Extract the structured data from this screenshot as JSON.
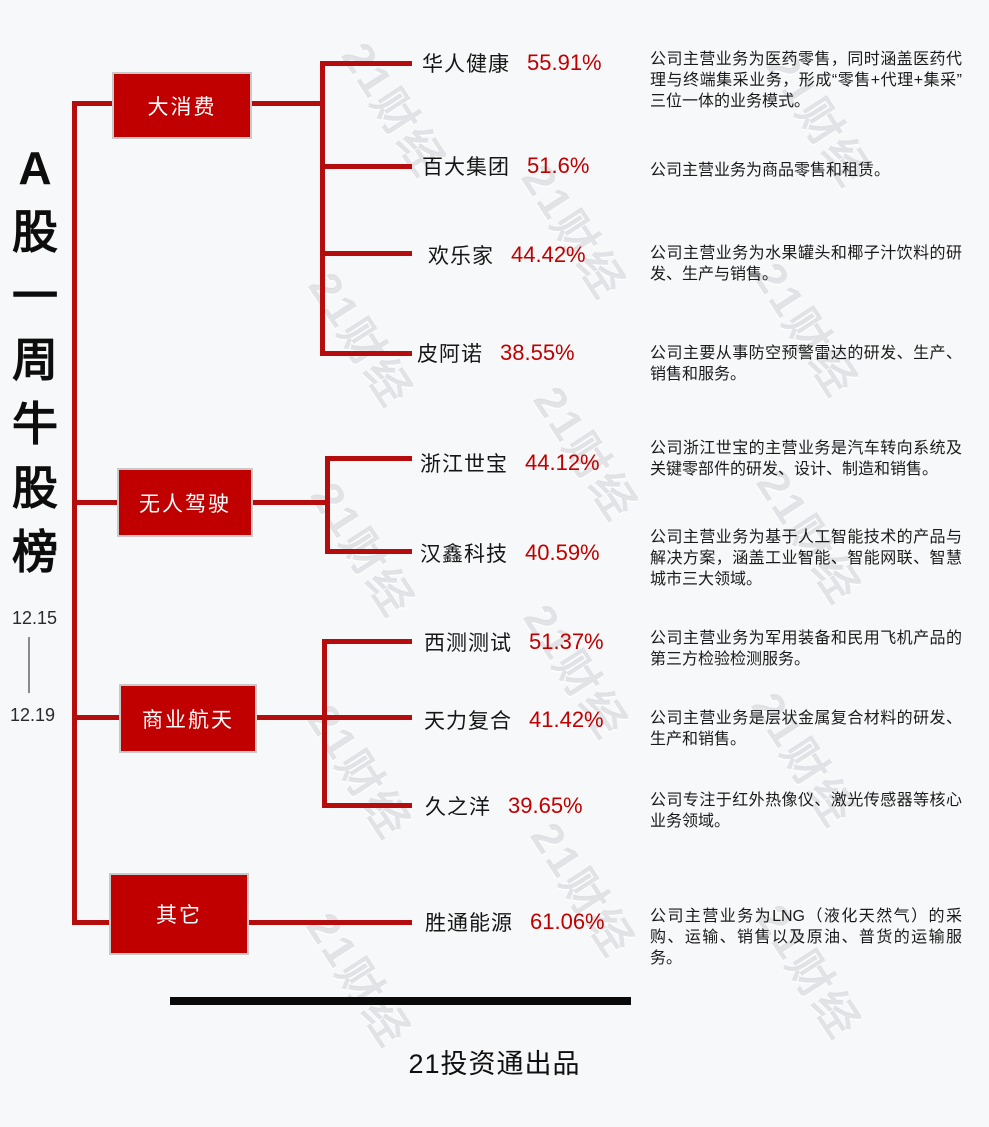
{
  "title": {
    "vertical_text": "A股一周牛股榜",
    "date_from": "12.15",
    "date_to": "12.19"
  },
  "watermark": {
    "text": "21财经"
  },
  "footer": {
    "brand": "21投资通出品"
  },
  "colors": {
    "accent_red": "#c00000",
    "line_red": "#b50d0d",
    "text_black": "#1a1a1a",
    "background": "#f7f8f9",
    "watermark_gray": "#babdc4"
  },
  "categories": [
    {
      "label": "大消费",
      "stocks": [
        {
          "name": "华人健康",
          "gain": "55.91%",
          "desc": "公司主营业务为医药零售，同时涵盖医药代理与终端集采业务，形成“零售+代理+集采”三位一体的业务模式。"
        },
        {
          "name": "百大集团",
          "gain": "51.6%",
          "desc": "公司主营业务为商品零售和租赁。"
        },
        {
          "name": "欢乐家",
          "gain": "44.42%",
          "desc": "公司主营业务为水果罐头和椰子汁饮料的研发、生产与销售。"
        },
        {
          "name": "皮阿诺",
          "gain": "38.55%",
          "desc": "公司主要从事防空预警雷达的研发、生产、销售和服务。"
        }
      ]
    },
    {
      "label": "无人驾驶",
      "stocks": [
        {
          "name": "浙江世宝",
          "gain": "44.12%",
          "desc": "公司浙江世宝的主营业务是汽车转向系统及关键零部件的研发、设计、制造和销售。"
        },
        {
          "name": "汉鑫科技",
          "gain": "40.59%",
          "desc": "公司主营业务为基于人工智能技术的产品与解决方案，涵盖工业智能、智能网联、智慧城市三大领域。"
        }
      ]
    },
    {
      "label": "商业航天",
      "stocks": [
        {
          "name": "西测测试",
          "gain": "51.37%",
          "desc": "公司主营业务为军用装备和民用飞机产品的第三方检验检测服务。"
        },
        {
          "name": "天力复合",
          "gain": "41.42%",
          "desc": "公司主营业务是层状金属复合材料的研发、生产和销售。"
        },
        {
          "name": "久之洋",
          "gain": "39.65%",
          "desc": "公司专注于红外热像仪、激光传感器等核心业务领域。"
        }
      ]
    },
    {
      "label": "其它",
      "stocks": [
        {
          "name": "胜通能源",
          "gain": "61.06%",
          "desc": "公司主营业务为LNG（液化天然气）的采购、运输、销售以及原油、普货的运输服务。"
        }
      ]
    }
  ]
}
